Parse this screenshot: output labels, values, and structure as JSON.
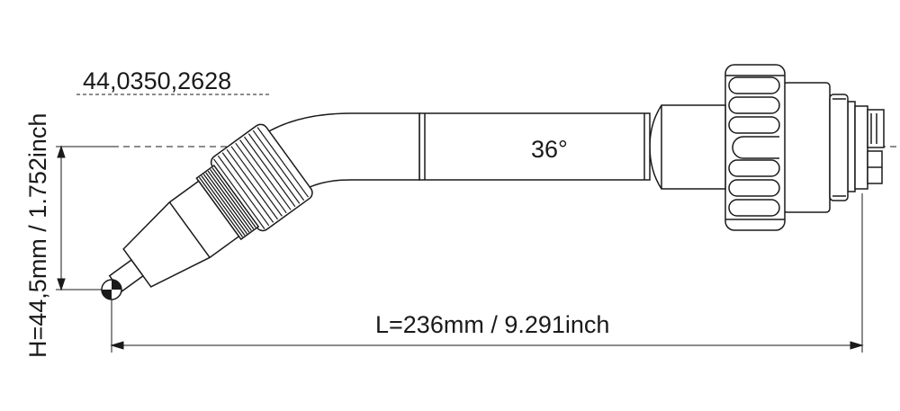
{
  "drawing": {
    "part_number": "44,0350,2628",
    "angle": "36°",
    "length": "L=236mm / 9.291inch",
    "height": "H=44,5mm / 1.752inch"
  },
  "colors": {
    "line": "#1a1a1a",
    "fill": "#ffffff"
  }
}
